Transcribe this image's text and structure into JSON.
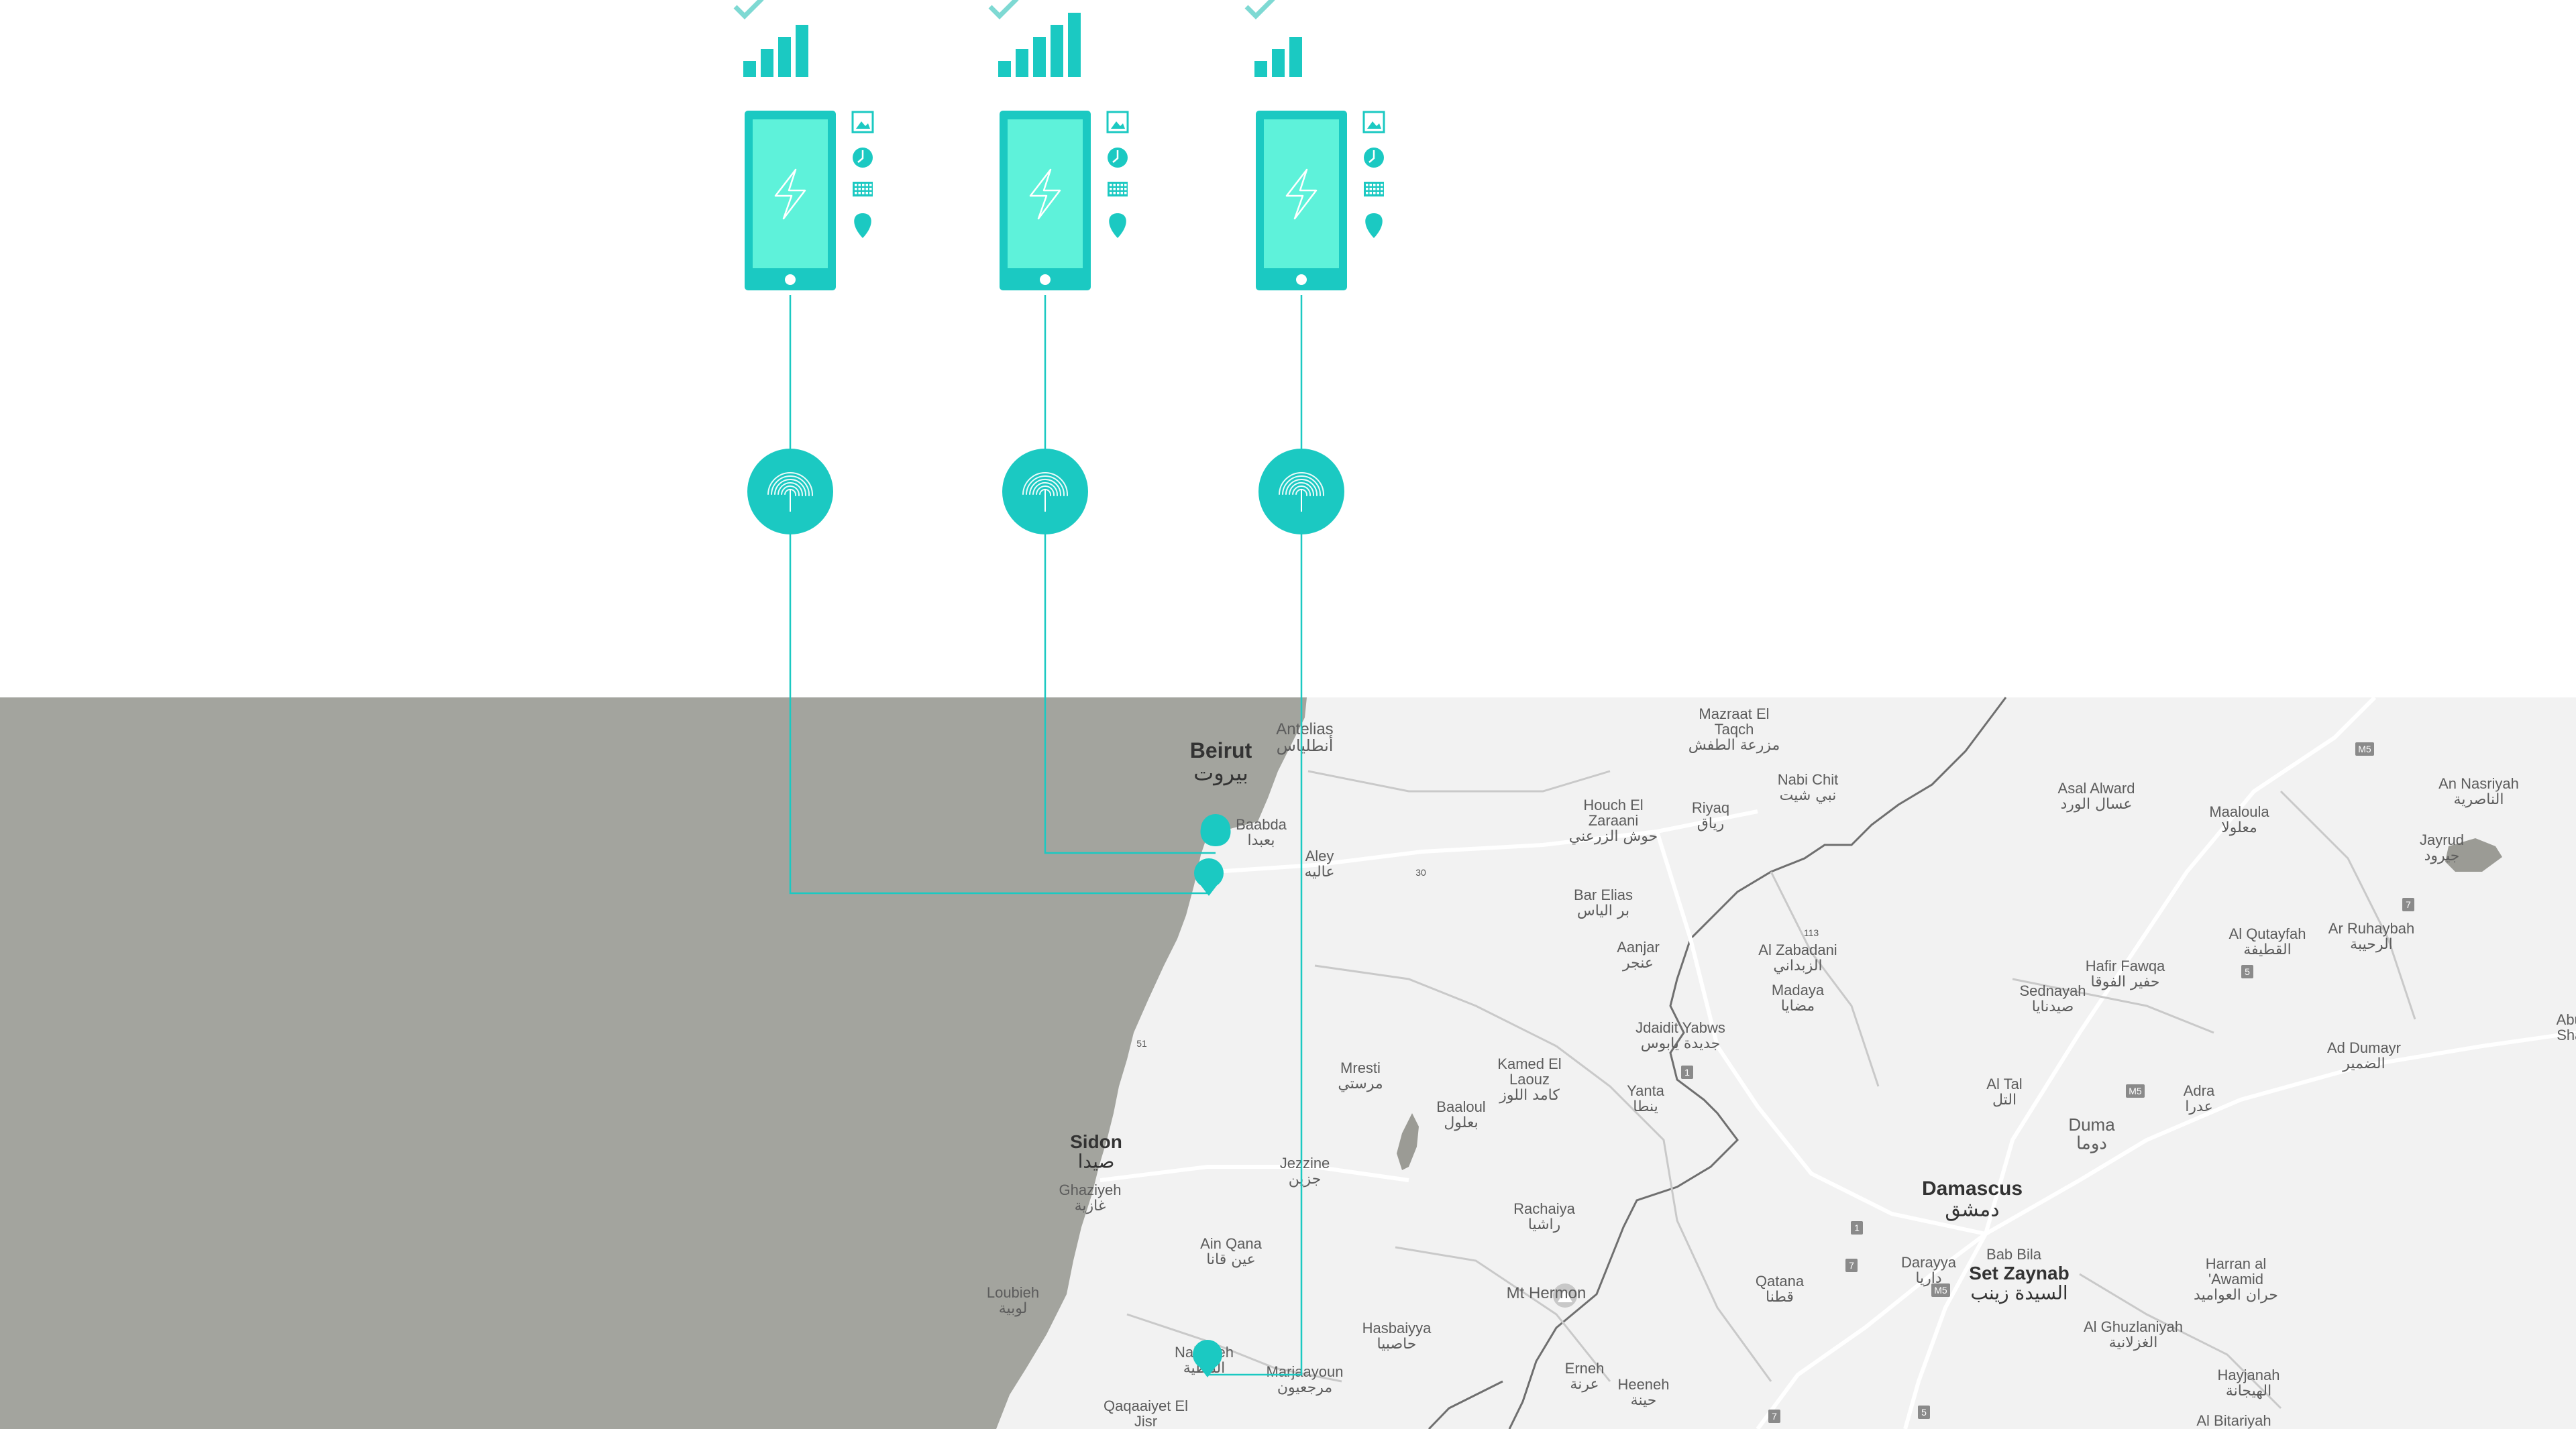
{
  "colors": {
    "accent": "#1bc9c2",
    "screen": "#5ef2da",
    "sea": "#a3a49e",
    "land": "#f2f2f2",
    "check": "#7ed9d3"
  },
  "devices": [
    {
      "signal_bars": 4,
      "icons": [
        "image-icon",
        "clock-icon",
        "keyboard-icon",
        "location-icon"
      ]
    },
    {
      "signal_bars": 5,
      "icons": [
        "image-icon",
        "clock-icon",
        "keyboard-icon",
        "location-icon"
      ]
    },
    {
      "signal_bars": 3,
      "icons": [
        "image-icon",
        "clock-icon",
        "keyboard-icon",
        "location-icon"
      ]
    }
  ],
  "map": {
    "places": [
      {
        "en": "Antelias",
        "ar": "أنطلياس"
      },
      {
        "en": "Beirut",
        "ar": "بيروت"
      },
      {
        "en": "Baabda",
        "ar": "بعبدا"
      },
      {
        "en": "Aley",
        "ar": "عاليه"
      },
      {
        "en": "Mazraat El Taqch",
        "ar": "مزرعة الطفش"
      },
      {
        "en": "Nabi Chit",
        "ar": "نبي شيت"
      },
      {
        "en": "Houch El Zaraani",
        "ar": "حوش الزرعني"
      },
      {
        "en": "Riyaq",
        "ar": "رياق"
      },
      {
        "en": "Asal Alward",
        "ar": "عسال الورد"
      },
      {
        "en": "Maaloula",
        "ar": "معلولا"
      },
      {
        "en": "An Nasriyah",
        "ar": "الناصرية"
      },
      {
        "en": "Jayrud",
        "ar": "جيرود"
      },
      {
        "en": "Bar Elias",
        "ar": "بر الياس"
      },
      {
        "en": "Aanjar",
        "ar": "عنجر"
      },
      {
        "en": "Al Zabadani",
        "ar": "الزبداني"
      },
      {
        "en": "Madaya",
        "ar": "مضايا"
      },
      {
        "en": "Hafir Fawqa",
        "ar": "حفير الفوقا"
      },
      {
        "en": "Al Qutayfah",
        "ar": "القطيفة"
      },
      {
        "en": "Ar Ruhaybah",
        "ar": "الرحيبة"
      },
      {
        "en": "Sednayah",
        "ar": "صيدنايا"
      },
      {
        "en": "Jdaidit Yabws",
        "ar": "جديدة يابوس"
      },
      {
        "en": "Mresti",
        "ar": "مرستي"
      },
      {
        "en": "Kamed El Laouz",
        "ar": "كامد اللوز"
      },
      {
        "en": "Baaloul",
        "ar": "بعلول"
      },
      {
        "en": "Yanta",
        "ar": "ينطا"
      },
      {
        "en": "Al Tal",
        "ar": "التل"
      },
      {
        "en": "Adra",
        "ar": "عدرا"
      },
      {
        "en": "Ad Dumayr",
        "ar": "الضمير"
      },
      {
        "en": "Abu A Sham",
        "ar": ""
      },
      {
        "en": "Duma",
        "ar": "دوما"
      },
      {
        "en": "Sidon",
        "ar": "صيدا"
      },
      {
        "en": "Ghaziyeh",
        "ar": "غازية"
      },
      {
        "en": "Jezzine",
        "ar": "جزين"
      },
      {
        "en": "Rachaiya",
        "ar": "راشيا"
      },
      {
        "en": "Damascus",
        "ar": "دمشق"
      },
      {
        "en": "Ain Qana",
        "ar": "عين قانا"
      },
      {
        "en": "Mt Hermon",
        "ar": ""
      },
      {
        "en": "Qatana",
        "ar": "قطنا"
      },
      {
        "en": "Darayya",
        "ar": "داريا"
      },
      {
        "en": "Bab Bila",
        "ar": ""
      },
      {
        "en": "Set Zaynab",
        "ar": "السيدة زينب"
      },
      {
        "en": "Harran al 'Awamid",
        "ar": "حران العواميد"
      },
      {
        "en": "Loubieh",
        "ar": "لوبية"
      },
      {
        "en": "Hasbaiyya",
        "ar": "حاصبيا"
      },
      {
        "en": "Al Ghuzlaniyah",
        "ar": "الغزلانية"
      },
      {
        "en": "Nabatieh",
        "ar": "النبطية"
      },
      {
        "en": "Marjaayoun",
        "ar": "مرجعيون"
      },
      {
        "en": "Erneh",
        "ar": "عرنة"
      },
      {
        "en": "Heeneh",
        "ar": "حينة"
      },
      {
        "en": "Hayjanah",
        "ar": "الهيجانة"
      },
      {
        "en": "Qaqaaiyet El Jisr",
        "ar": ""
      },
      {
        "en": "Al Bitariyah",
        "ar": ""
      }
    ],
    "road_shields": [
      "M5",
      "30",
      "113",
      "51",
      "1",
      "7",
      "5",
      "M5",
      "M5",
      "1",
      "7",
      "7",
      "5"
    ]
  }
}
